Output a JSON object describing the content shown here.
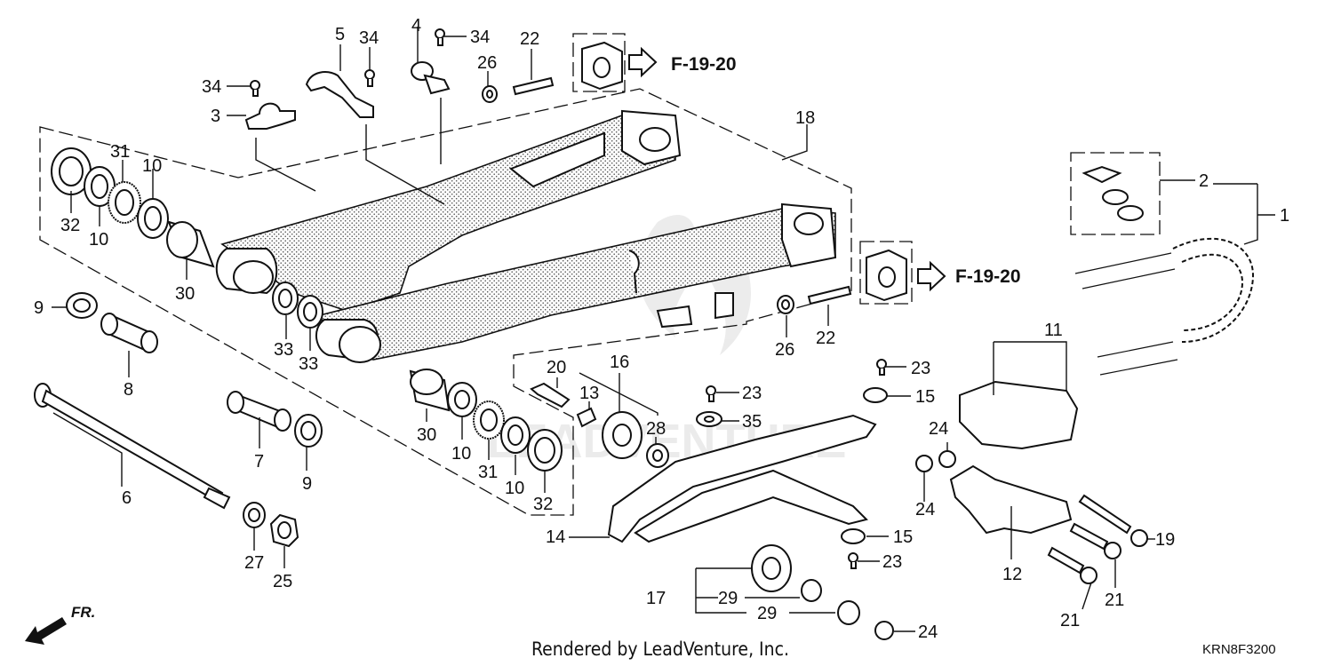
{
  "callouts": {
    "c1": "1",
    "c2": "2",
    "c3": "3",
    "c4": "4",
    "c5": "5",
    "c6": "6",
    "c7": "7",
    "c8": "8",
    "c9a": "9",
    "c9b": "9",
    "c10a": "10",
    "c10b": "10",
    "c10c": "10",
    "c10d": "10",
    "c11": "11",
    "c12": "12",
    "c13": "13",
    "c14": "14",
    "c15a": "15",
    "c15b": "15",
    "c16": "16",
    "c17": "17",
    "c18": "18",
    "c19": "19",
    "c20": "20",
    "c21a": "21",
    "c21b": "21",
    "c22a": "22",
    "c22b": "22",
    "c23a": "23",
    "c23b": "23",
    "c23c": "23",
    "c24a": "24",
    "c24b": "24",
    "c24c": "24",
    "c25": "25",
    "c26a": "26",
    "c26b": "26",
    "c27": "27",
    "c28": "28",
    "c29a": "29",
    "c29b": "29",
    "c30a": "30",
    "c30b": "30",
    "c31a": "31",
    "c31b": "31",
    "c32a": "32",
    "c32b": "32",
    "c33a": "33",
    "c33b": "33",
    "c34a": "34",
    "c34b": "34",
    "c34c": "34",
    "c35": "35"
  },
  "references": {
    "ref_top": "F-19-20",
    "ref_mid": "F-19-20"
  },
  "direction_label": "FR.",
  "footer": {
    "credit": "Rendered by LeadVenture, Inc.",
    "diagram_code": "KRN8F3200"
  },
  "watermark_text": "LEADVENTURE",
  "icons": {
    "arrow": "hollow-arrow-right-icon",
    "front": "front-direction-arrow-icon"
  }
}
